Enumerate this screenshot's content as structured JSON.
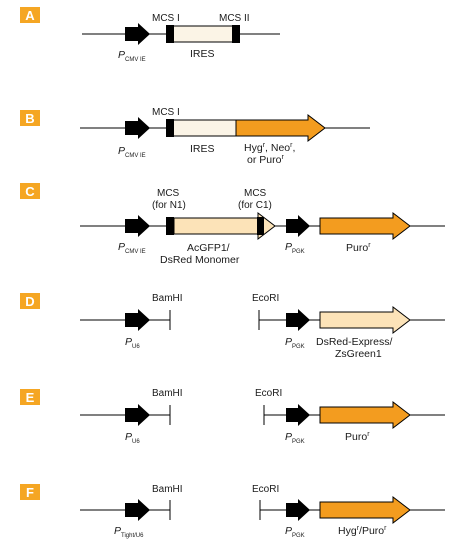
{
  "colors": {
    "badge": "#F5A623",
    "arrow_orange": "#F39C1F",
    "ires_fill": "#FBF4E6",
    "fluor_fill": "#FCE3B8",
    "line": "#000000"
  },
  "panels": {
    "A": {
      "badge": "A",
      "promoter_main": "P",
      "promoter_sub": "CMV IE",
      "mcs1": "MCS I",
      "mcs2": "MCS II",
      "ires": "IRES"
    },
    "B": {
      "badge": "B",
      "promoter_main": "P",
      "promoter_sub": "CMV IE",
      "mcs1": "MCS I",
      "ires": "IRES",
      "marker_line1_a": "Hyg",
      "marker_line1_b": ", Neo",
      "marker_line1_c": ",",
      "marker_line2": "or Puro",
      "sup_r": "r"
    },
    "C": {
      "badge": "C",
      "promoter_main": "P",
      "promoter_sub": "CMV IE",
      "mcs_n1_line1": "MCS",
      "mcs_n1_line2": "(for N1)",
      "mcs_c1_line1": "MCS",
      "mcs_c1_line2": "(for C1)",
      "gene_line1": "AcGFP1/",
      "gene_line2": "DsRed Monomer",
      "pgk_main": "P",
      "pgk_sub": "PGK",
      "marker": "Puro",
      "sup_r": "r"
    },
    "D": {
      "badge": "D",
      "promoter_main": "P",
      "promoter_sub": "U6",
      "site1": "BamHI",
      "site2": "EcoRI",
      "pgk_main": "P",
      "pgk_sub": "PGK",
      "gene_line1": "DsRed-Express/",
      "gene_line2": "ZsGreen1"
    },
    "E": {
      "badge": "E",
      "promoter_main": "P",
      "promoter_sub": "U6",
      "site1": "BamHI",
      "site2": "EcoRI",
      "pgk_main": "P",
      "pgk_sub": "PGK",
      "marker": "Puro",
      "sup_r": "r"
    },
    "F": {
      "badge": "F",
      "promoter_main": "P",
      "promoter_sub": "Tight/U6",
      "site1": "BamHI",
      "site2": "EcoRI",
      "pgk_main": "P",
      "pgk_sub": "PGK",
      "marker_a": "Hyg",
      "marker_b": "/Puro",
      "sup_r": "r"
    }
  }
}
